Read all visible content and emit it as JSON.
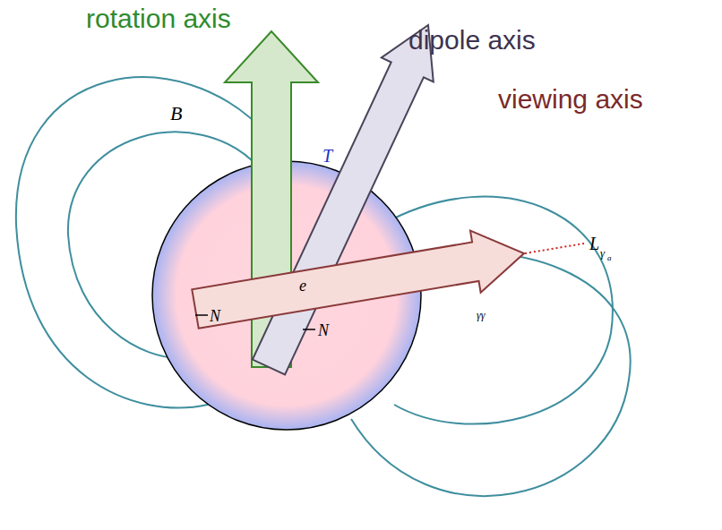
{
  "diagram": {
    "labels": [
      "rotation axis",
      "dipole axis",
      "viewing axis",
      "B⃗",
      "T",
      "e",
      "N",
      "N",
      "γγ",
      "L",
      "γ",
      "a"
    ]
  }
}
